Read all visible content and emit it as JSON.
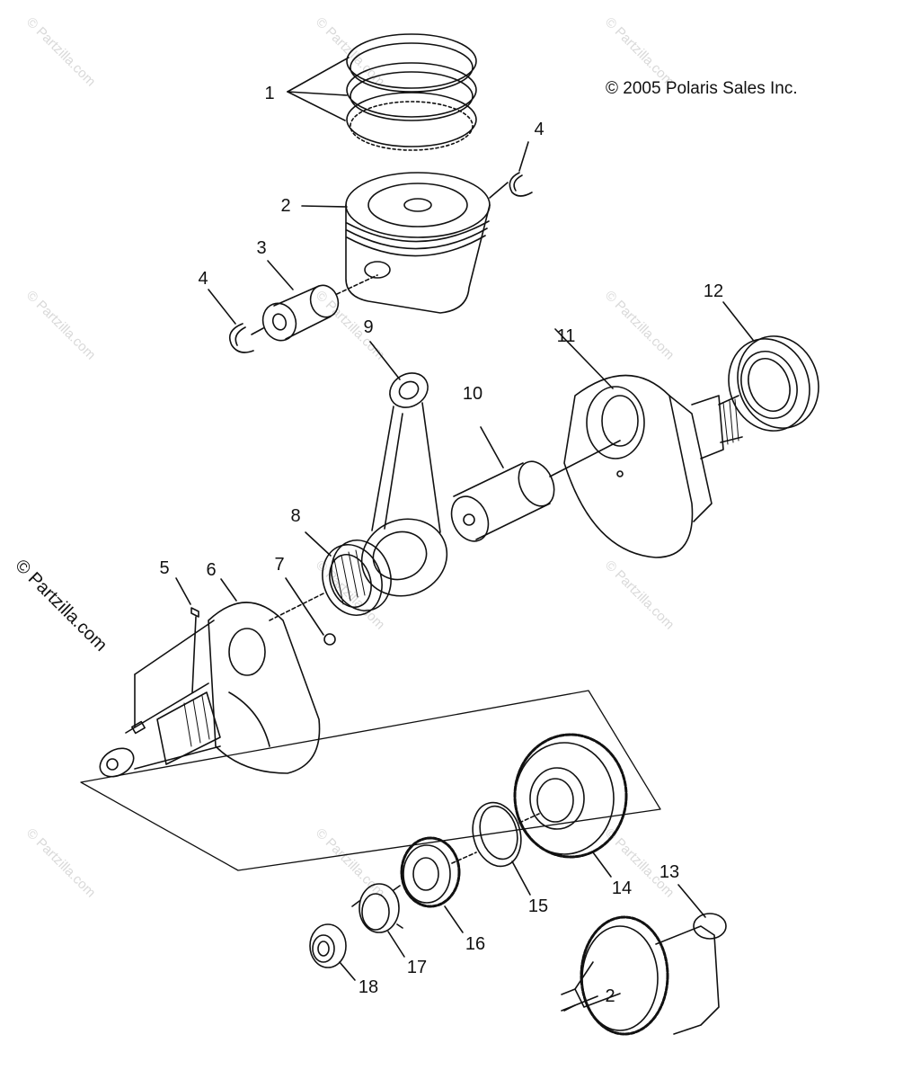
{
  "copyright": "© 2005 Polaris Sales Inc.",
  "watermark": "© Partzilla.com",
  "callouts": {
    "c1": "1",
    "c2": "2",
    "c3": "3",
    "c4a": "4",
    "c4b": "4",
    "c5": "5",
    "c6": "6",
    "c7": "7",
    "c8": "8",
    "c9": "9",
    "c10": "10",
    "c11": "11",
    "c12": "12",
    "c13": "13",
    "c14": "14",
    "c15": "15",
    "c16": "16",
    "c17": "17",
    "c18": "18",
    "c2b": "2"
  }
}
